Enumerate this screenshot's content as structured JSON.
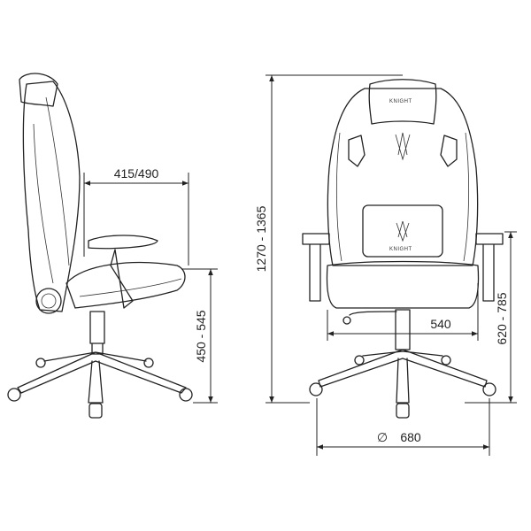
{
  "dimensions": {
    "seat_depth": "415/490",
    "seat_height": "450 - 545",
    "total_height": "1270 - 1365",
    "seat_width": "540",
    "armrest_height": "620 - 785",
    "base_diameter": "680",
    "diameter_symbol": "∅"
  },
  "brand": {
    "logo_text": "KNIGHT"
  },
  "colors": {
    "line": "#222222",
    "background": "#ffffff"
  }
}
